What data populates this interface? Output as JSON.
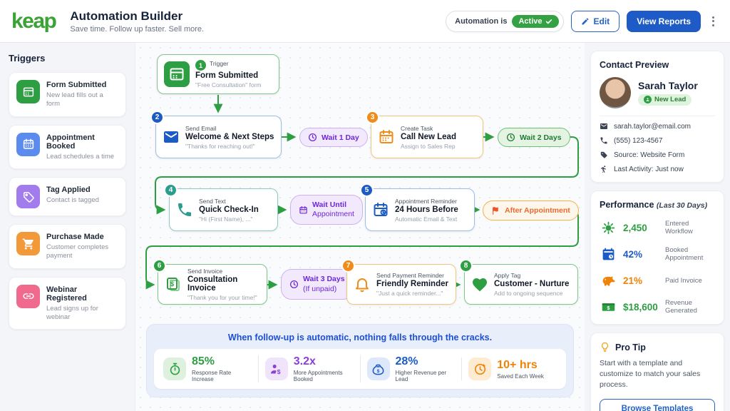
{
  "header": {
    "logo": "keap",
    "title": "Automation Builder",
    "subtitle": "Save time. Follow up faster. Sell more.",
    "automation_label": "Automation is",
    "automation_status": "Active",
    "edit_label": "Edit",
    "view_reports_label": "View Reports"
  },
  "triggers_panel": {
    "title": "Triggers",
    "items": [
      {
        "title": "Form Submitted",
        "subtitle": "New lead fills out a form",
        "icon": "form-icon",
        "color": "#2e9e43"
      },
      {
        "title": "Appointment Booked",
        "subtitle": "Lead schedules a time",
        "icon": "calendar-icon",
        "color": "#5b8bef"
      },
      {
        "title": "Tag Applied",
        "subtitle": "Contact is tagged",
        "icon": "tag-icon",
        "color": "#a27bec"
      },
      {
        "title": "Purchase Made",
        "subtitle": "Customer completes payment",
        "icon": "cart-icon",
        "color": "#f29a3a"
      },
      {
        "title": "Webinar Registered",
        "subtitle": "Lead signs up for webinar",
        "icon": "link-icon",
        "color": "#ef6a8d"
      }
    ]
  },
  "flow": {
    "nodes": [
      {
        "num": "1",
        "kind": "Trigger",
        "title": "Form Submitted",
        "subtitle": "\"Free Consultation\" form",
        "icon": "form-icon"
      },
      {
        "num": "2",
        "kind": "Send Email",
        "title": "Welcome & Next Steps",
        "subtitle": "\"Thanks for reaching out!\"",
        "icon": "mail-icon"
      },
      {
        "num": "3",
        "kind": "Create Task",
        "title": "Call New Lead",
        "subtitle": "Assign to Sales Rep",
        "icon": "task-calendar-icon"
      },
      {
        "num": "4",
        "kind": "Send Text",
        "title": "Quick Check-In",
        "subtitle": "\"Hi (First Name), ...\"",
        "icon": "phone-icon"
      },
      {
        "num": "5",
        "kind": "Appointment Reminder",
        "title": "24 Hours Before",
        "subtitle": "Automatic Email & Text",
        "icon": "calendar-clock-icon"
      },
      {
        "num": "6",
        "kind": "Send Invoice",
        "title": "Consultation Invoice",
        "subtitle": "\"Thank you for your time!\"",
        "icon": "invoice-icon"
      },
      {
        "num": "7",
        "kind": "Send Payment Reminder",
        "title": "Friendly Reminder",
        "subtitle": "\"Just a quick reminder...\"",
        "icon": "bell-icon"
      },
      {
        "num": "8",
        "kind": "Apply Tag",
        "title": "Customer - Nurture",
        "subtitle": "Add to ongoing sequence",
        "icon": "heart-icon"
      }
    ],
    "pills": [
      {
        "label": "Wait 1 Day",
        "label2": "",
        "icon": "clock-icon"
      },
      {
        "label": "Wait 2 Days",
        "label2": "",
        "icon": "clock-icon"
      },
      {
        "label": "Wait Until",
        "label2": "Appointment",
        "icon": "calendar-icon"
      },
      {
        "label": "After Appointment",
        "label2": "",
        "icon": "flag-icon"
      },
      {
        "label": "Wait 3 Days",
        "label2": "(If unpaid)",
        "icon": "clock-icon"
      }
    ]
  },
  "banner": {
    "title": "When follow-up is automatic, nothing falls through the cracks.",
    "stats": [
      {
        "value": "85%",
        "label": "Response Rate Increase",
        "icon": "stopwatch-icon",
        "color": "green"
      },
      {
        "value": "3.2x",
        "label": "More Appointments Booked",
        "icon": "person-dollar-icon",
        "color": "purple"
      },
      {
        "value": "28%",
        "label": "Higher Revenue per Lead",
        "icon": "money-bag-icon",
        "color": "blue"
      },
      {
        "value": "10+ hrs",
        "label": "Saved Each Week",
        "icon": "clock-icon",
        "color": "orange"
      }
    ]
  },
  "contact": {
    "title": "Contact Preview",
    "name": "Sarah Taylor",
    "badge": "New Lead",
    "email": "sarah.taylor@email.com",
    "phone": "(555) 123-4567",
    "source": "Source: Website Form",
    "last_activity": "Last Activity: Just now"
  },
  "performance": {
    "title": "Performance",
    "subtitle": "(Last 30 Days)",
    "rows": [
      {
        "value": "2,450",
        "label": "Entered Workflow",
        "icon": "burst-icon",
        "color": "green"
      },
      {
        "value": "42%",
        "label": "Booked Appointment",
        "icon": "calendar-clock-icon",
        "color": "blue"
      },
      {
        "value": "21%",
        "label": "Paid Invoice",
        "icon": "piggy-bank-icon",
        "color": "orange"
      },
      {
        "value": "$18,600",
        "label": "Revenue Generated",
        "icon": "cash-icon",
        "color": "green"
      }
    ]
  },
  "pro_tip": {
    "title": "Pro Tip",
    "body": "Start with a template and customize to match your sales process.",
    "button": "Browse Templates"
  },
  "colors": {
    "brand_green": "#3aa334",
    "primary_blue": "#1e5bc6",
    "flow_green": "#2e9e43"
  }
}
